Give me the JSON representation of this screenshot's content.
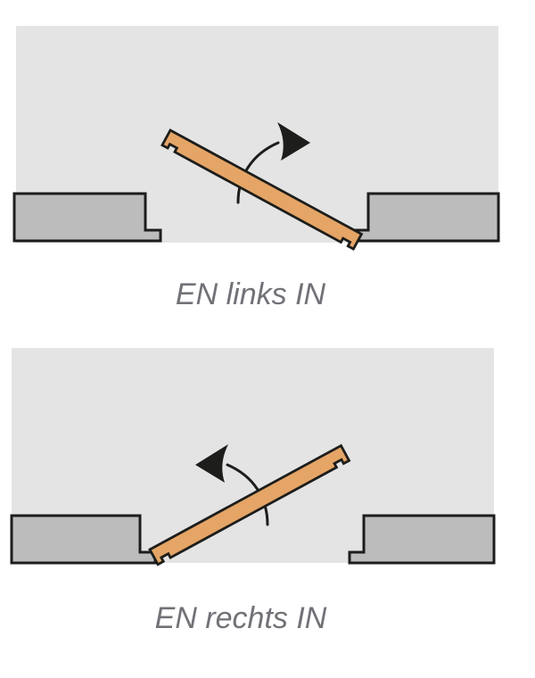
{
  "colors": {
    "page_background": "#ffffff",
    "room_fill": "#e4e4e4",
    "wall_fill": "#bcbcbc",
    "outline": "#1d1d1b",
    "door_fill": "#e4a566",
    "arrow": "#1d1d1b",
    "caption": "#717277"
  },
  "figures": [
    {
      "caption": "EN links IN",
      "swing_arrow_icon": "rotation-arrow-clockwise",
      "hinge_side": "right"
    },
    {
      "caption": "EN rechts IN",
      "swing_arrow_icon": "rotation-arrow-counterclockwise",
      "hinge_side": "left"
    }
  ]
}
